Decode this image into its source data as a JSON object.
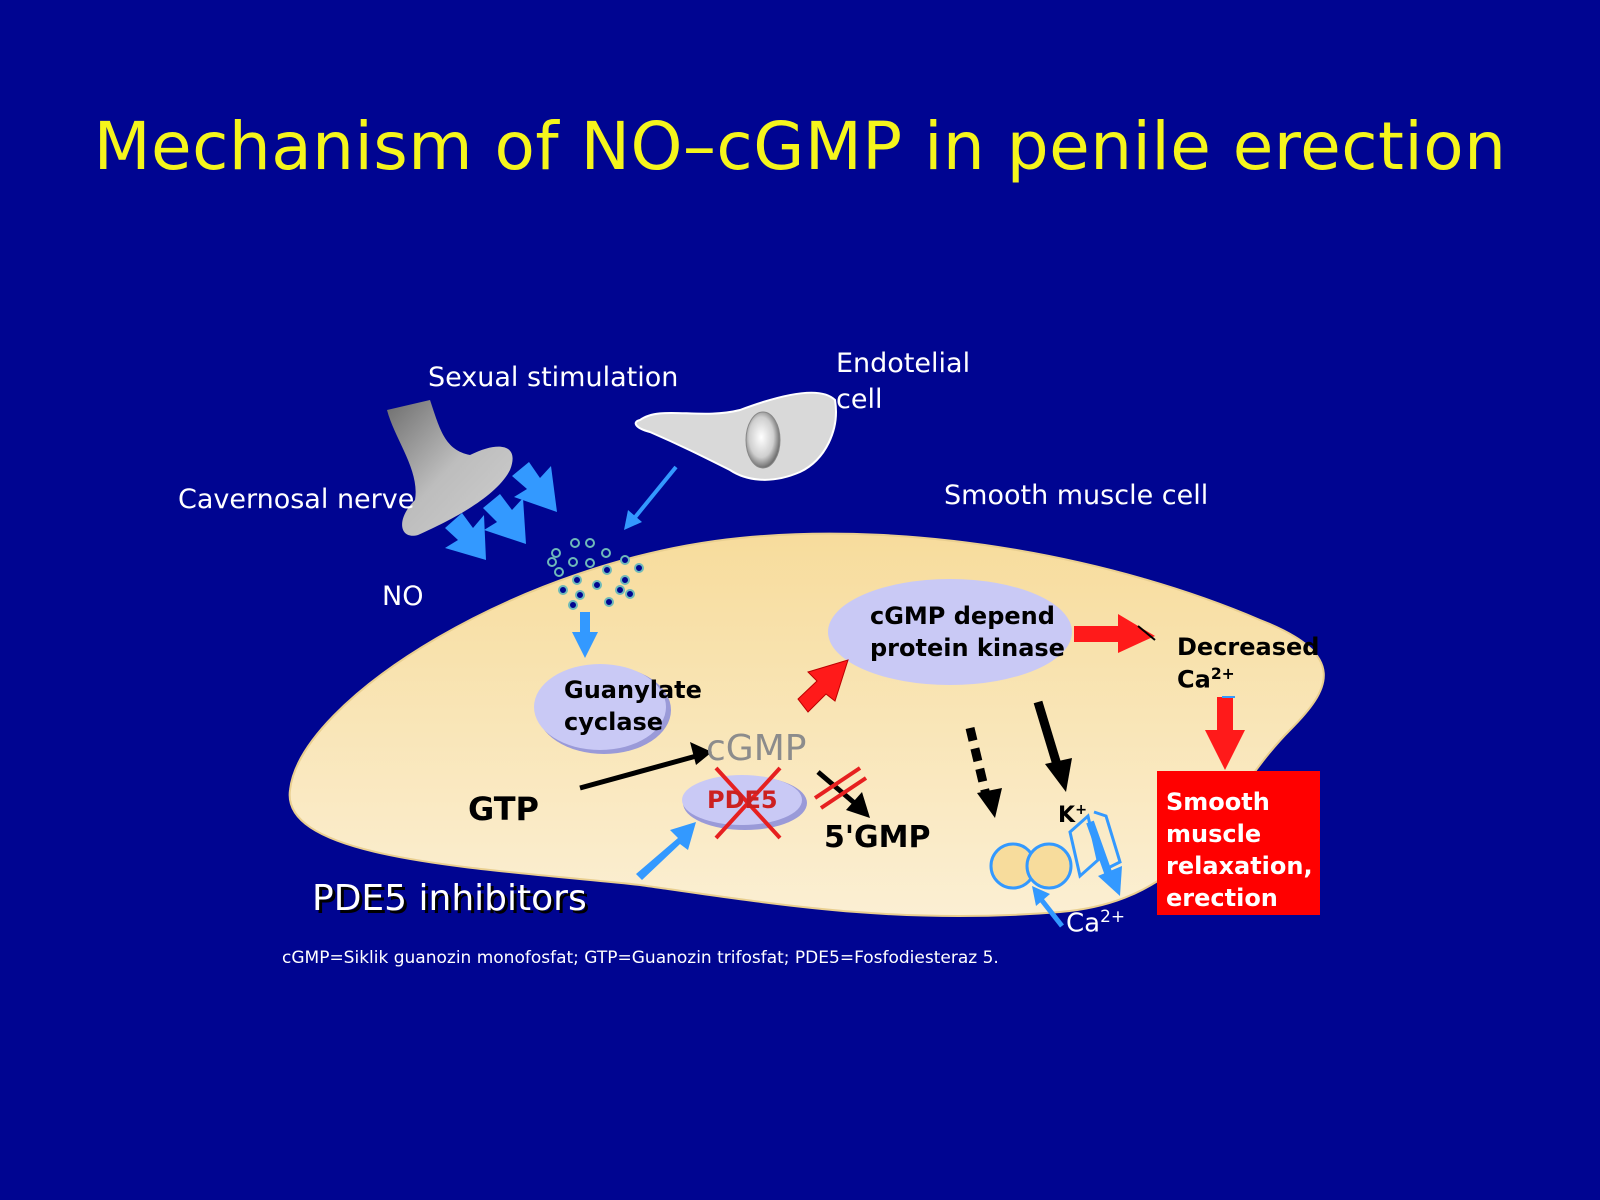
{
  "slide": {
    "title": "Mechanism of NO–cGMP in penile erection",
    "footnote": "cGMP=Siklik guanozin monofosfat; GTP=Guanozin trifosfat; PDE5=Fosfodiesteraz 5."
  },
  "labels": {
    "sexual_stimulation": "Sexual stimulation",
    "endotelial_line1": "Endotelial",
    "endotelial_line2": "cell",
    "cavernosal_nerve": "Cavernosal nerve",
    "no": "NO",
    "smooth_muscle_cell": "Smooth muscle cell",
    "guanylate_line1": "Guanylate",
    "guanylate_line2": "cyclase",
    "kinase_line1": "cGMP depend",
    "kinase_line2": "protein kinase",
    "decreased": "Decreased",
    "ca": "Ca",
    "ca_sup": "2+",
    "cgmp": "cGMP",
    "gtp": "GTP",
    "pde5": "PDE5",
    "five_gmp": "5'GMP",
    "k": "K",
    "k_sup": "+",
    "ca_channel": "Ca",
    "ca_channel_sup": "2+",
    "relaxation_line1": "Smooth",
    "relaxation_line2": "muscle",
    "relaxation_line3": "relaxation,",
    "relaxation_line4": "erection",
    "pde5_inhibitors": "PDE5 inhibitors"
  },
  "colors": {
    "background": "#000591",
    "title": "#f5f51c",
    "cell_fill": "#f7e4b0",
    "ellipse_fill": "#c9c9f5",
    "arrow_blue": "#3399ff",
    "arrow_red": "#ff1a1a",
    "relaxation_box": "#ff0000"
  }
}
